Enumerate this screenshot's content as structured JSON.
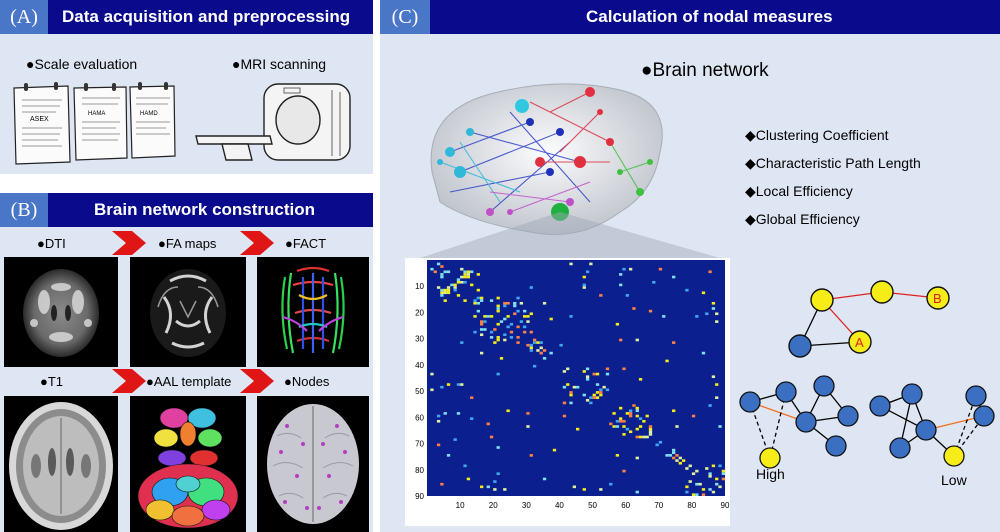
{
  "panel_a": {
    "letter": "(A)",
    "title": "Data acquisition and preprocessing",
    "scale_label": "●Scale evaluation",
    "mri_label": "●MRI scanning",
    "forms": [
      "ASEX",
      "HAMA",
      "HAMD"
    ]
  },
  "panel_b": {
    "letter": "(B)",
    "title": "Brain network construction",
    "steps": [
      "●DTI",
      "●FA maps",
      "●FACT",
      "●T1",
      "●AAL template",
      "●Nodes"
    ]
  },
  "panel_c": {
    "letter": "(C)",
    "title": "Calculation of nodal measures",
    "network_label": "●Brain network",
    "measures": [
      "◆Clustering Coefficient",
      "◆Characteristic Path Length",
      "◆Local Efficiency",
      "◆Global Efficiency"
    ],
    "graph_nodes": {
      "a": "A",
      "b": "B"
    },
    "high_label": "High",
    "low_label": "Low"
  },
  "matrix": {
    "y_ticks": [
      "10",
      "20",
      "30",
      "40",
      "50",
      "60",
      "70",
      "80",
      "90"
    ],
    "x_ticks": [
      "10",
      "20",
      "30",
      "40",
      "50",
      "60",
      "70",
      "80",
      "90"
    ]
  },
  "colors": {
    "header_bg": "#0a0a8c",
    "letter_bg": "#4a76c8",
    "panel_bg": "#dfe6f3",
    "arrow": "#e01515",
    "matrix_bg": "#0c1f8f",
    "node_yellow": "#f5ec18",
    "node_blue": "#3a6fc2",
    "edge_red": "#e02020",
    "edge_orange": "#f07020"
  }
}
